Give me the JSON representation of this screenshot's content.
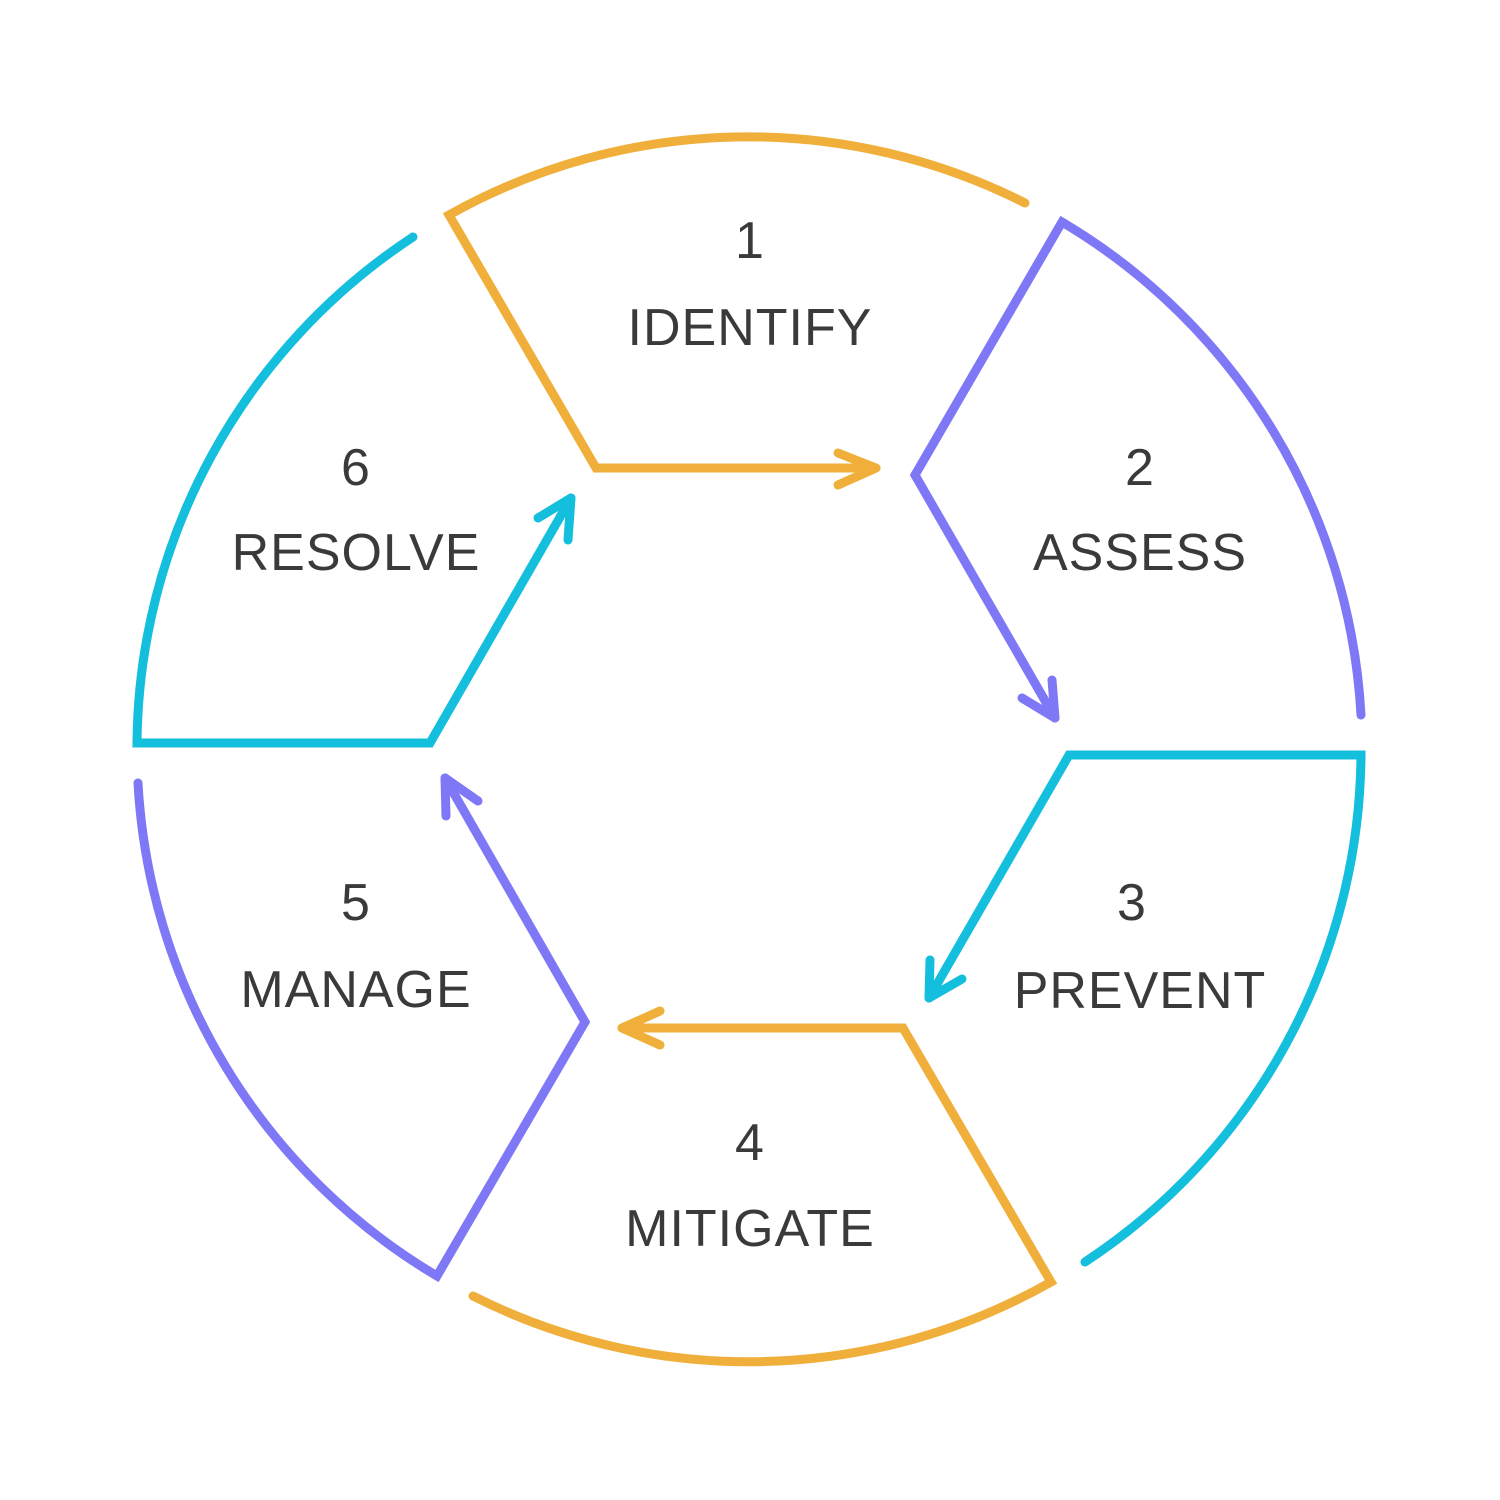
{
  "colors": {
    "orange": "#F0AF3A",
    "purple": "#7F78F6",
    "cyan": "#14BEDD",
    "text": "#3a3a3a"
  },
  "steps": [
    {
      "number": "1",
      "label": "IDENTIFY",
      "color": "orange"
    },
    {
      "number": "2",
      "label": "ASSESS",
      "color": "purple"
    },
    {
      "number": "3",
      "label": "PREVENT",
      "color": "cyan"
    },
    {
      "number": "4",
      "label": "MITIGATE",
      "color": "orange"
    },
    {
      "number": "5",
      "label": "MANAGE",
      "color": "purple"
    },
    {
      "number": "6",
      "label": "RESOLVE",
      "color": "cyan"
    }
  ]
}
